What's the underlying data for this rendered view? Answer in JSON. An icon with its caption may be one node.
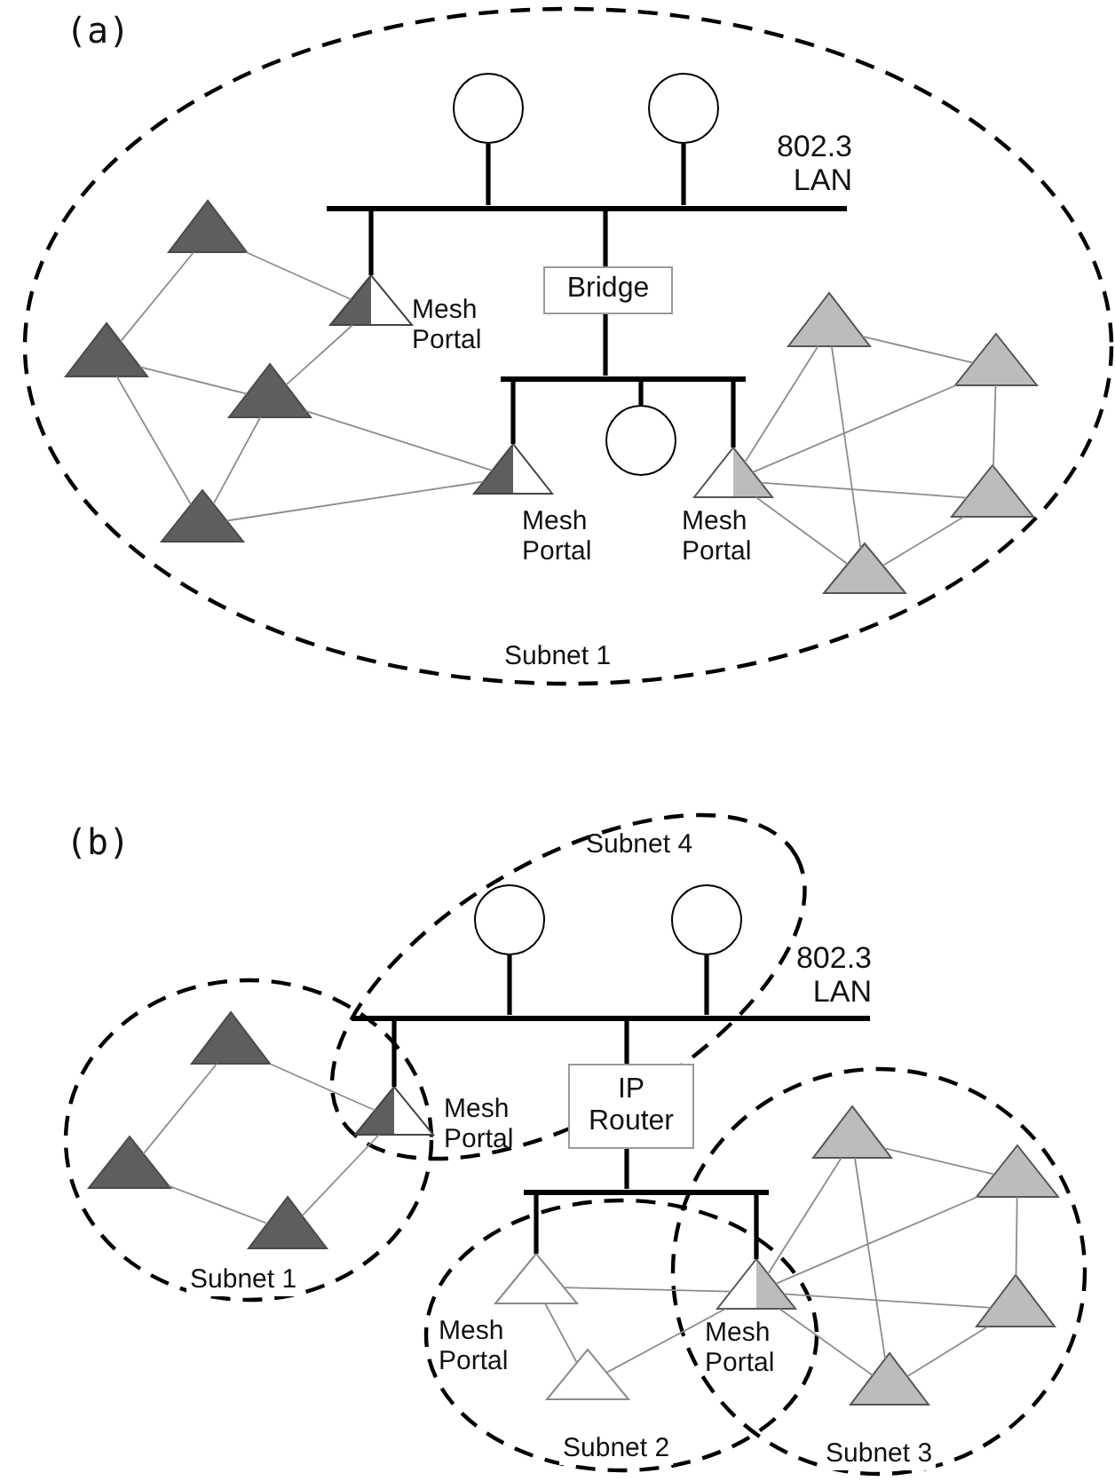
{
  "diagram": {
    "nodes": [
      {
        "text": [
          "Subnet 1"
        ]
      },
      {
        "text": [],
        "shape": "circle",
        "in": 0
      },
      {
        "text": [],
        "shape": "circle",
        "in": 0
      },
      {
        "text": [],
        "shape": "bar",
        "beside": [
          "802.3 LAN"
        ],
        "in": 0
      },
      {
        "text": [],
        "shape": "triangle",
        "beside": [
          "Mesh Portal"
        ],
        "in": 0
      },
      {
        "text": [
          "Bridge"
        ],
        "in": 0
      },
      {
        "text": [],
        "shape": "bar",
        "in": 0
      },
      {
        "text": [],
        "shape": "triangle",
        "beside": [
          "Mesh Portal"
        ],
        "in": 0
      },
      {
        "text": [],
        "shape": "circle",
        "in": 0
      },
      {
        "text": [],
        "shape": "triangle",
        "beside": [
          "Mesh Portal"
        ],
        "in": 0
      },
      {
        "text": [],
        "shape": "triangle",
        "in": 0
      },
      {
        "text": [],
        "shape": "triangle",
        "in": 0
      },
      {
        "text": [],
        "shape": "triangle",
        "in": 0
      },
      {
        "text": [],
        "shape": "triangle",
        "in": 0
      },
      {
        "text": [],
        "shape": "triangle",
        "in": 0
      },
      {
        "text": [],
        "shape": "triangle",
        "in": 0
      },
      {
        "text": [],
        "shape": "triangle",
        "in": 0
      },
      {
        "text": [],
        "shape": "triangle",
        "in": 0
      },
      {
        "text": [
          "Subnet 4"
        ]
      },
      {
        "text": [],
        "shape": "circle",
        "in": 18
      },
      {
        "text": [],
        "shape": "circle",
        "in": 18
      },
      {
        "text": [],
        "shape": "bar",
        "beside": [
          "802.3 LAN"
        ]
      },
      {
        "text": [
          "Subnet 1"
        ]
      },
      {
        "text": [],
        "shape": "triangle",
        "in": 22
      },
      {
        "text": [],
        "shape": "triangle",
        "in": 22
      },
      {
        "text": [],
        "shape": "triangle",
        "in": 22
      },
      {
        "text": [],
        "shape": "triangle",
        "beside": [
          "Mesh Portal"
        ]
      },
      {
        "text": [
          "IP Router"
        ]
      },
      {
        "text": [],
        "shape": "bar"
      },
      {
        "text": [
          "Subnet 2"
        ]
      },
      {
        "text": [],
        "shape": "triangle",
        "beside": [
          "Mesh Portal"
        ],
        "in": 29
      },
      {
        "text": [],
        "shape": "triangle",
        "in": 29
      },
      {
        "text": [
          "Subnet 3"
        ]
      },
      {
        "text": [],
        "shape": "triangle",
        "beside": [
          "Mesh Portal"
        ]
      },
      {
        "text": [],
        "shape": "triangle",
        "in": 32
      },
      {
        "text": [],
        "shape": "triangle",
        "in": 32
      },
      {
        "text": [],
        "shape": "triangle",
        "in": 32
      },
      {
        "text": [],
        "shape": "triangle",
        "in": 32
      }
    ],
    "edges": [
      {
        "from": 1,
        "to": 3,
        "arrow": "none",
        "style": "thick",
        "color": "#000000"
      },
      {
        "from": 2,
        "to": 3,
        "arrow": "none",
        "style": "thick",
        "color": "#000000"
      },
      {
        "from": 3,
        "to": 4,
        "arrow": "none",
        "style": "thick",
        "color": "#000000"
      },
      {
        "from": 3,
        "to": 5,
        "arrow": "none",
        "style": "thick",
        "color": "#000000"
      },
      {
        "from": 5,
        "to": 6,
        "arrow": "none",
        "style": "thick",
        "color": "#000000"
      },
      {
        "from": 6,
        "to": 7,
        "arrow": "none",
        "style": "thick",
        "color": "#000000"
      },
      {
        "from": 6,
        "to": 8,
        "arrow": "none",
        "style": "thick",
        "color": "#000000"
      },
      {
        "from": 6,
        "to": 9,
        "arrow": "none",
        "style": "thick",
        "color": "#000000"
      },
      {
        "from": 10,
        "to": 4,
        "arrow": "none"
      },
      {
        "from": 10,
        "to": 11,
        "arrow": "none"
      },
      {
        "from": 11,
        "to": 12,
        "arrow": "none"
      },
      {
        "from": 11,
        "to": 13,
        "arrow": "none"
      },
      {
        "from": 12,
        "to": 4,
        "arrow": "none"
      },
      {
        "from": 12,
        "to": 7,
        "arrow": "none"
      },
      {
        "from": 13,
        "to": 12,
        "arrow": "none"
      },
      {
        "from": 13,
        "to": 7,
        "arrow": "none"
      },
      {
        "from": 9,
        "to": 14,
        "arrow": "none"
      },
      {
        "from": 9,
        "to": 15,
        "arrow": "none"
      },
      {
        "from": 9,
        "to": 16,
        "arrow": "none"
      },
      {
        "from": 9,
        "to": 17,
        "arrow": "none"
      },
      {
        "from": 14,
        "to": 15,
        "arrow": "none"
      },
      {
        "from": 14,
        "to": 17,
        "arrow": "none"
      },
      {
        "from": 15,
        "to": 16,
        "arrow": "none"
      },
      {
        "from": 16,
        "to": 17,
        "arrow": "none"
      },
      {
        "from": 19,
        "to": 21,
        "arrow": "none",
        "style": "thick",
        "color": "#000000"
      },
      {
        "from": 20,
        "to": 21,
        "arrow": "none",
        "style": "thick",
        "color": "#000000"
      },
      {
        "from": 21,
        "to": 26,
        "arrow": "none",
        "style": "thick",
        "color": "#000000"
      },
      {
        "from": 21,
        "to": 27,
        "arrow": "none",
        "style": "thick",
        "color": "#000000"
      },
      {
        "from": 27,
        "to": 28,
        "arrow": "none",
        "style": "thick",
        "color": "#000000"
      },
      {
        "from": 28,
        "to": 30,
        "arrow": "none",
        "style": "thick",
        "color": "#000000"
      },
      {
        "from": 28,
        "to": 33,
        "arrow": "none",
        "style": "thick",
        "color": "#000000"
      },
      {
        "from": 23,
        "to": 24,
        "arrow": "none"
      },
      {
        "from": 23,
        "to": 26,
        "arrow": "none"
      },
      {
        "from": 24,
        "to": 25,
        "arrow": "none"
      },
      {
        "from": 25,
        "to": 26,
        "arrow": "none"
      },
      {
        "from": 30,
        "to": 31,
        "arrow": "none"
      },
      {
        "from": 30,
        "to": 33,
        "arrow": "none"
      },
      {
        "from": 31,
        "to": 33,
        "arrow": "none"
      },
      {
        "from": 33,
        "to": 34,
        "arrow": "none"
      },
      {
        "from": 33,
        "to": 35,
        "arrow": "none"
      },
      {
        "from": 33,
        "to": 36,
        "arrow": "none"
      },
      {
        "from": 33,
        "to": 37,
        "arrow": "none"
      },
      {
        "from": 34,
        "to": 35,
        "arrow": "none"
      },
      {
        "from": 34,
        "to": 37,
        "arrow": "none"
      },
      {
        "from": 35,
        "to": 36,
        "arrow": "none"
      },
      {
        "from": 36,
        "to": 37,
        "arrow": "none"
      }
    ],
    "labels": [
      "(a)",
      "(b)"
    ]
  }
}
